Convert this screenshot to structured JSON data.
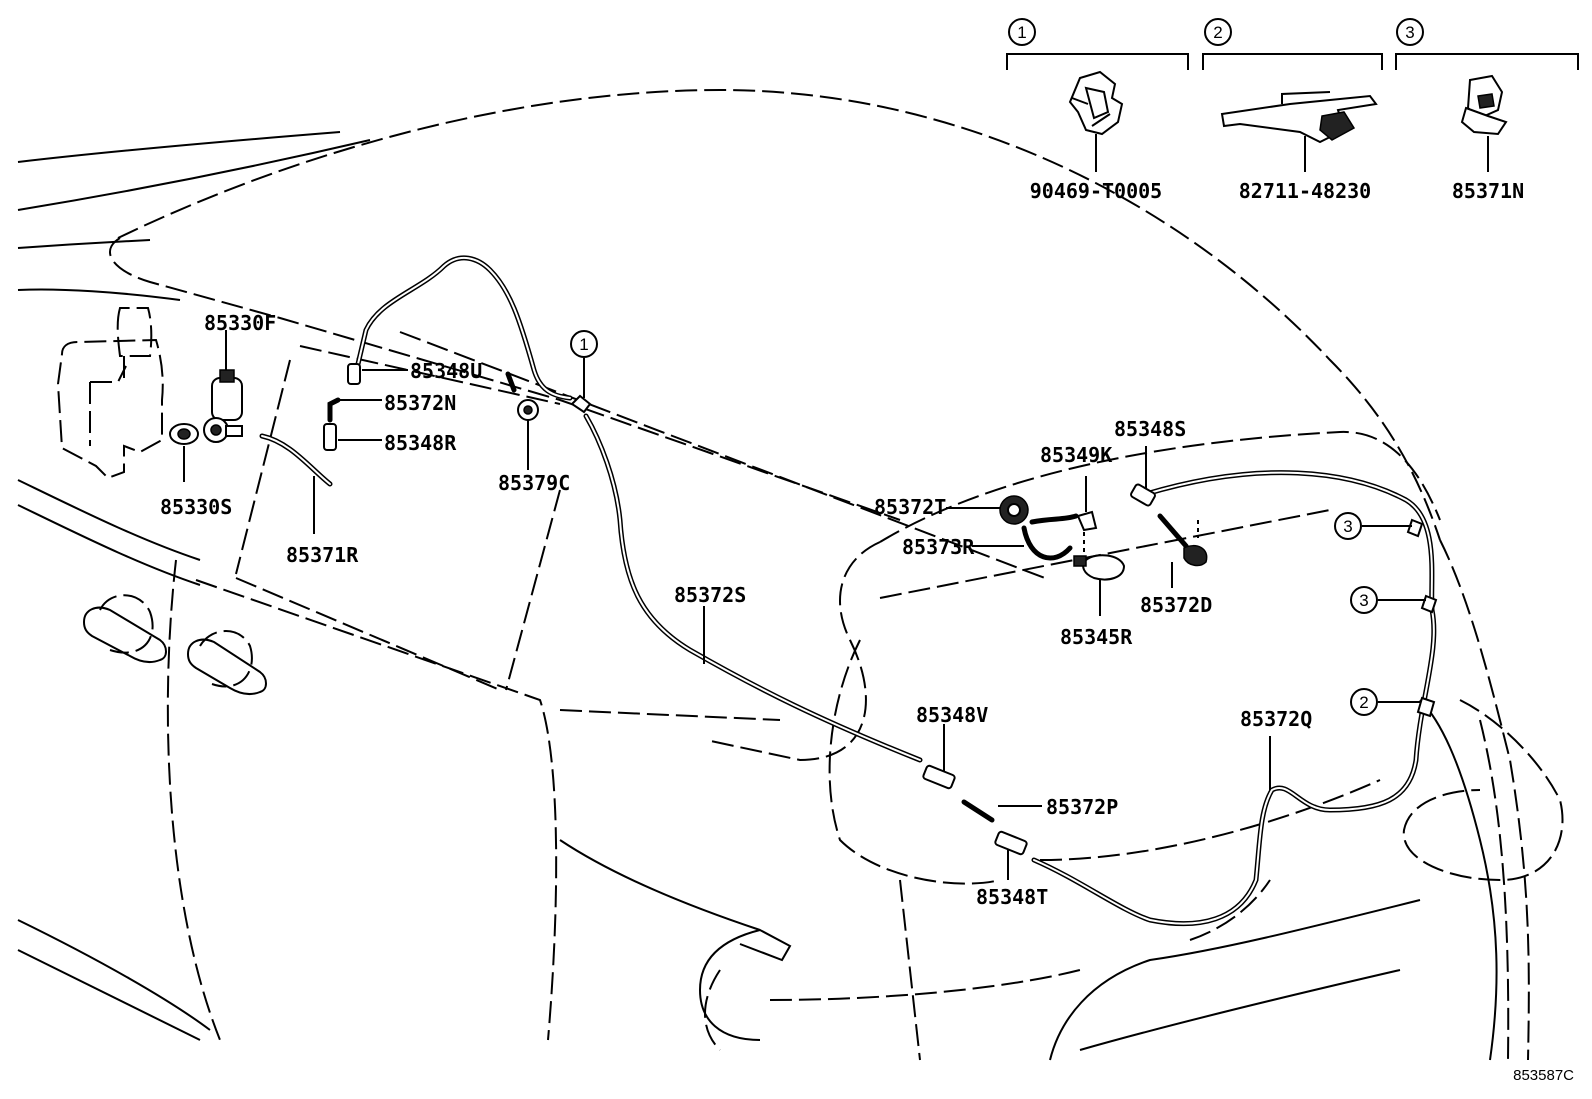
{
  "legend": [
    {
      "num": "1",
      "part": "90469-T0005"
    },
    {
      "num": "2",
      "part": "82711-48230"
    },
    {
      "num": "3",
      "part": "85371N"
    }
  ],
  "parts": {
    "p85330F": "85330F",
    "p85330S": "85330S",
    "p85371R": "85371R",
    "p85348U": "85348U",
    "p85372N": "85372N",
    "p85348R": "85348R",
    "p85379C": "85379C",
    "p85372S": "85372S",
    "p85372T": "85372T",
    "p85373R": "85373R",
    "p85349K": "85349K",
    "p85348S": "85348S",
    "p85345R": "85345R",
    "p85372D": "85372D",
    "p85348V": "85348V",
    "p85372P": "85372P",
    "p85348T": "85348T",
    "p85372Q": "85372Q"
  },
  "callouts": {
    "c1": "1",
    "c3a": "3",
    "c3b": "3",
    "c2": "2"
  },
  "diagram_code": "853587C"
}
